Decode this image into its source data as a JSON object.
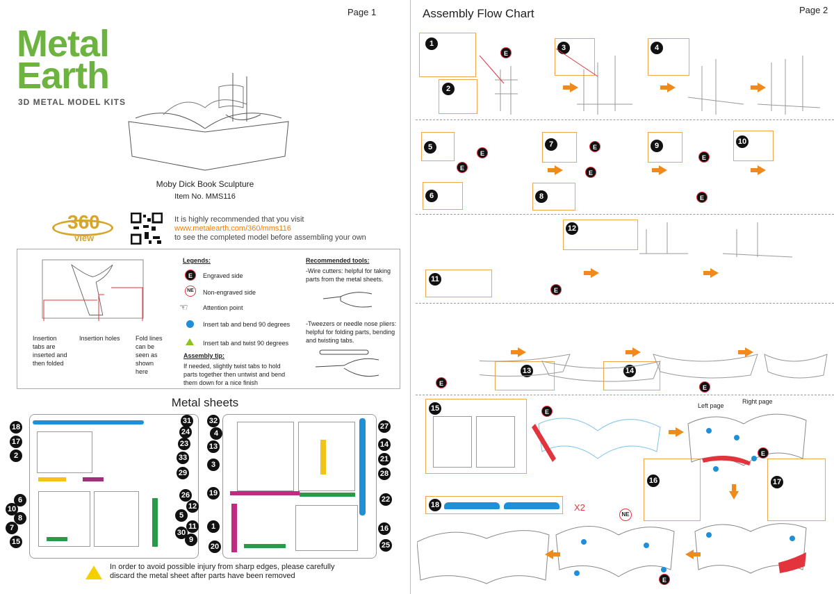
{
  "page1": {
    "page_label": "Page 1",
    "brand": {
      "line1": "Metal",
      "line2": "Earth",
      "tagline": "3D METAL MODEL KITS"
    },
    "product": {
      "name": "Moby Dick Book Sculpture",
      "item_no": "Item  No.  MMS116"
    },
    "view360": {
      "number": "360",
      "label": "view"
    },
    "visit": {
      "line1": "It is highly recommended that you visit",
      "url": "www.metalearth.com/360/mms116",
      "line2": "to see the completed model before assembling your own"
    },
    "diagram_labels": {
      "tabs": "Insertion tabs are inserted and then folded",
      "holes": "Insertion holes",
      "fold": "Fold lines can be seen as shown here"
    },
    "legends": {
      "title": "Legends:",
      "items": [
        {
          "glyph": "E",
          "text": "Engraved side"
        },
        {
          "glyph": "NE",
          "text": "Non-engraved side"
        },
        {
          "glyph": "hand-point-icon",
          "text": "Attention point"
        },
        {
          "glyph": "blue-dot-icon",
          "text": "Insert tab and bend 90 degrees"
        },
        {
          "glyph": "green-triangle-icon",
          "text": "Insert tab and twist 90 degrees"
        }
      ]
    },
    "tip": {
      "title": "Assembly tip:",
      "text": "If needed, slightly twist tabs to hold parts together then untwist and bend them down for a nice finish"
    },
    "tools": {
      "title": "Recommended tools:",
      "wire": "-Wire cutters: helpful for taking parts from the metal sheets.",
      "tweezers": "-Tweezers or needle nose pliers: helpful for folding parts, bending and twisting tabs."
    },
    "sheets_title": "Metal sheets",
    "sheet1_left": [
      "18",
      "17",
      "2",
      "6",
      "10",
      "8",
      "7",
      "15"
    ],
    "sheet1_right": [
      "31",
      "24",
      "23",
      "33",
      "29",
      "26",
      "12",
      "5",
      "11",
      "30",
      "9"
    ],
    "sheet2_left": [
      "32",
      "4",
      "13",
      "3",
      "19",
      "1",
      "20"
    ],
    "sheet2_right": [
      "27",
      "14",
      "21",
      "28",
      "22",
      "16",
      "25"
    ],
    "warning": "In order to avoid possible injury from sharp edges, please carefully discard the metal sheet after parts have been removed"
  },
  "page2": {
    "page_label": "Page 2",
    "title": "Assembly Flow Chart",
    "engraved": "E",
    "non_engraved": "NE",
    "left_page": "Left page",
    "right_page": "Right page",
    "multiplier": "X2",
    "steps": [
      "1",
      "2",
      "3",
      "4",
      "5",
      "6",
      "7",
      "8",
      "9",
      "10",
      "11",
      "12",
      "13",
      "14",
      "15",
      "16",
      "17",
      "18"
    ]
  },
  "colors": {
    "brand_green": "#6cb33f",
    "accent_orange": "#f08a1c",
    "url_orange": "#f07d00",
    "blue": "#1e8fd8",
    "green": "#8dc21f",
    "red": "#e3343d"
  }
}
